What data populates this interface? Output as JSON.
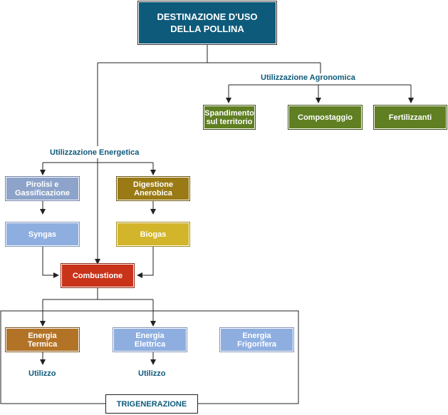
{
  "title": "DESTINAZIONE D'USO\nDELLA POLLINA",
  "branches": {
    "agronomic": "Utilizzazione Agronomica",
    "energetic": "Utilizzazione Energetica"
  },
  "agronomic_items": [
    "Spandimento\nsul territorio",
    "Compostaggio",
    "Fertilizzanti"
  ],
  "energetic": {
    "pyrolysis": "Pirolisi e\nGassificazione",
    "digestion": "Digestione\nAnerobica",
    "syngas": "Syngas",
    "biogas": "Biogas",
    "combustion": "Combustione"
  },
  "energy": {
    "thermal": "Energia\nTermica",
    "electric": "Energia\nElettrica",
    "cooling": "Energia\nFrigorifera",
    "use_1": "Utilizzo",
    "use_2": "Utilizzo"
  },
  "trigeneration": "TRIGENERAZIONE",
  "colors": {
    "title": "#0e5a7a",
    "agronomic": "#5f7f22",
    "pyrolysis": "#8da3c9",
    "digestion": "#9a7a14",
    "syngas": "#8eaee0",
    "biogas": "#d2b52a",
    "combustion": "#c9331a",
    "thermal": "#b27327",
    "electric": "#8eaee0",
    "cooling": "#8eaee0"
  }
}
